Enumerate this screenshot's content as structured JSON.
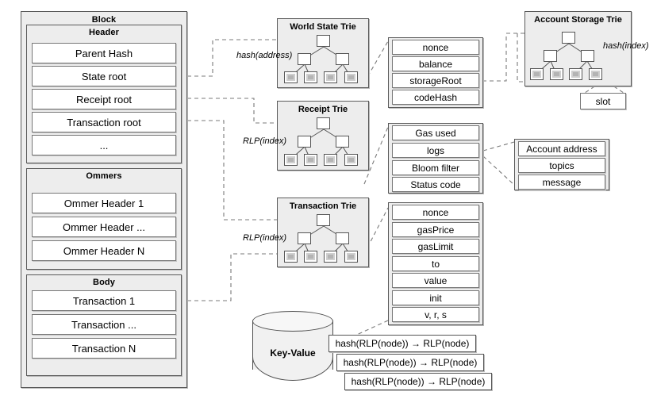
{
  "block": {
    "title": "Block",
    "header": {
      "title": "Header",
      "fields": [
        "Parent Hash",
        "State root",
        "Receipt root",
        "Transaction root",
        "..."
      ]
    },
    "ommers": {
      "title": "Ommers",
      "fields": [
        "Ommer Header 1",
        "Ommer Header ...",
        "Ommer Header N"
      ]
    },
    "body": {
      "title": "Body",
      "fields": [
        "Transaction 1",
        "Transaction ...",
        "Transaction N"
      ]
    }
  },
  "tries": {
    "world_state": {
      "title": "World State Trie",
      "edge_label": "hash(address)"
    },
    "receipt": {
      "title": "Receipt Trie",
      "edge_label": "RLP(index)"
    },
    "transaction": {
      "title": "Transaction Trie",
      "edge_label": "RLP(index)"
    },
    "account_storage": {
      "title": "Account Storage Trie",
      "edge_label": "hash(index)"
    }
  },
  "account_fields": {
    "fields": [
      "nonce",
      "balance",
      "storageRoot",
      "codeHash"
    ]
  },
  "storage_slot": {
    "label": "slot"
  },
  "receipt_fields": {
    "fields": [
      "Gas used",
      "logs",
      "Bloom filter",
      "Status code"
    ]
  },
  "log_fields": {
    "fields": [
      "Account address",
      "topics",
      "message"
    ]
  },
  "transaction_fields": {
    "fields": [
      "nonce",
      "gasPrice",
      "gasLimit",
      "to",
      "value",
      "init",
      "v, r, s"
    ]
  },
  "database": {
    "label": "Key-Value",
    "entries": [
      "hash(RLP(node)) → RLP(node)",
      "hash(RLP(node)) → RLP(node)",
      "hash(RLP(node)) → RLP(node)"
    ]
  },
  "colors": {
    "panel_fill": "#ededed",
    "field_fill": "#ffffff",
    "leaf_fill": "#b4b4b4",
    "stroke": "#555555",
    "dashed": "#7a7a7a"
  }
}
